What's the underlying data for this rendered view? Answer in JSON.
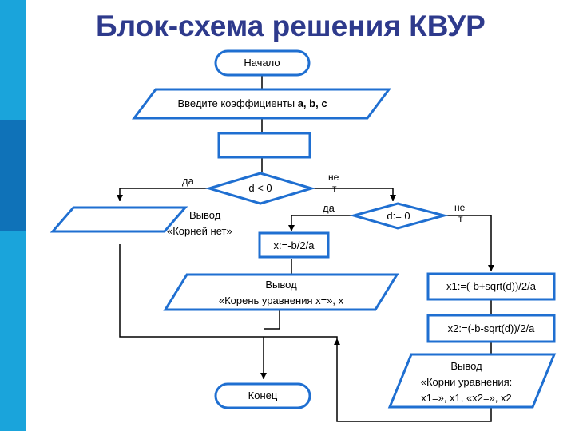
{
  "slide": {
    "title": "Блок-схема решения КВУР"
  },
  "flowchart": {
    "start": "Начало",
    "input_prefix": "Введите коэффициенты ",
    "input_vars": "a, b, c",
    "compute_block": "",
    "cond_negative": "d < 0",
    "cond_zero": "d:= 0",
    "yes": "да",
    "no_top": "не",
    "no_bottom": "т",
    "no_roots_title": "Вывод",
    "no_roots_text": "«Корней нет»",
    "no_roots_block": "",
    "assign_x": "x:=-b/2/a",
    "one_root_title": "Вывод",
    "one_root_text": "«Корень уравнения x=», x",
    "assign_x1": "x1:=(-b+sqrt(d))/2/a",
    "assign_x2": "x2:=(-b-sqrt(d))/2/a",
    "two_roots_title": "Вывод",
    "two_roots_line1": "«Корни уравнения:",
    "two_roots_line2": "x1=», x1, «x2=», x2",
    "end": "Конец"
  },
  "colors": {
    "shape_stroke": "#1f6fd1",
    "title": "#2e3a8c",
    "side_bar_light": "#1aa4db",
    "side_bar_dark": "#0f72b8"
  }
}
